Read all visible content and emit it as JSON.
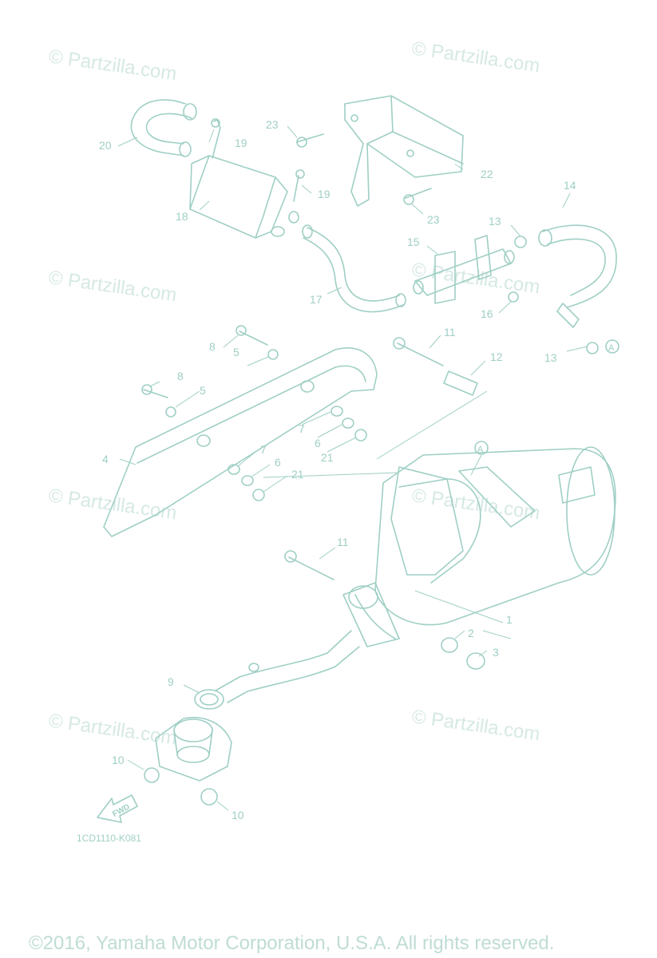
{
  "watermark": "© Partzilla.com",
  "diagram_code": "1CD1110-K081",
  "copyright": "©2016, Yamaha Motor Corporation, U.S.A. All rights reserved.",
  "fwd_label": "FWD",
  "ref_marker": "A",
  "callouts": {
    "c1": "1",
    "c2": "2",
    "c3": "3",
    "c4": "4",
    "c5a": "5",
    "c5b": "5",
    "c6a": "6",
    "c6b": "6",
    "c7a": "7",
    "c7b": "7",
    "c8a": "8",
    "c8b": "8",
    "c9": "9",
    "c10a": "10",
    "c10b": "10",
    "c11a": "11",
    "c11b": "11",
    "c12": "12",
    "c13a": "13",
    "c13b": "13",
    "c14": "14",
    "c15": "15",
    "c16": "16",
    "c17": "17",
    "c18": "18",
    "c19a": "19",
    "c19b": "19",
    "c20": "20",
    "c21a": "21",
    "c21b": "21",
    "c22": "22",
    "c23a": "23",
    "c23b": "23"
  },
  "colors": {
    "line": "#9fcfc5",
    "watermark": "#d6e9e4"
  }
}
